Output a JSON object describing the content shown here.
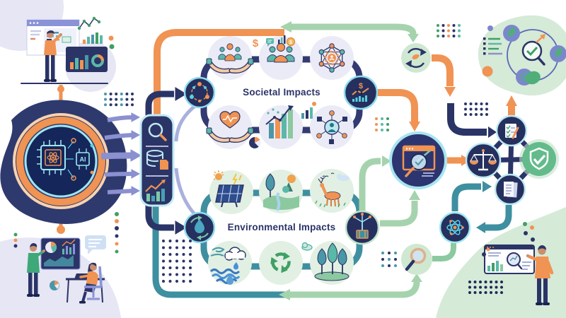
{
  "labels": {
    "societal_impacts": "Societal Impacts",
    "environmental_impacts": "Environmental Impacts",
    "ai_chip": "AI",
    "dollar_sign": "$"
  },
  "colors": {
    "navy": "#2b3467",
    "teal": "#3e8fa0",
    "light_green": "#a5d3ae",
    "green": "#3fa065",
    "orange": "#f09353",
    "lavender": "#8a90d0",
    "cyan_ring": "#8fdcec",
    "blob_green": "#d5ead7",
    "blob_lavender": "#e6e6f4",
    "node_dark": "#25305f"
  },
  "diagram": {
    "source": {
      "name": "ai-core",
      "label": "AI"
    },
    "pipeline_icons": [
      "magnifier-icon",
      "database-icon",
      "trend-chart-icon"
    ],
    "societal": {
      "title": "Societal Impacts",
      "icon_names": [
        "community-hands-icon",
        "public-discussion-icon",
        "governance-network-icon",
        "health-hands-icon",
        "growth-bars-icon",
        "person-network-icon"
      ]
    },
    "environmental": {
      "title": "Environmental Impacts",
      "icon_names": [
        "solar-panel-icon",
        "landscape-icon",
        "wildlife-icon",
        "weather-water-icon",
        "recycling-icon",
        "forest-icon"
      ]
    },
    "hub_icon": "analysis-browser-magnifier-icon",
    "cluster_icons": [
      "checklist-icon",
      "scales-icon",
      "shield-check-icon",
      "document-icon"
    ],
    "aux_icons": [
      "refresh-cycle-icon",
      "economic-metrics-icon",
      "energy-metrics-icon",
      "atom-icon",
      "magnifier-review-icon",
      "eco-audit-icon"
    ]
  }
}
